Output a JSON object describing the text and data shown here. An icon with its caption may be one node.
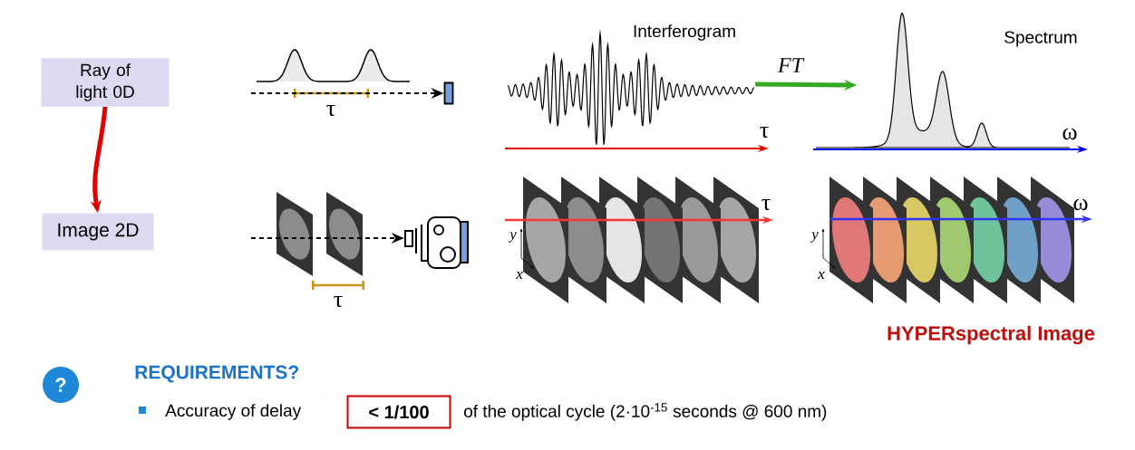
{
  "diagram": {
    "nodes": [
      {
        "text": [
          "Ray of light 0D"
        ]
      },
      {
        "text": [],
        "shape": "box"
      },
      {
        "text": [
          "Interferogram"
        ]
      },
      {
        "text": [
          "Spectrum"
        ]
      },
      {
        "text": [
          "Image 2D"
        ]
      },
      {
        "text": [],
        "shape": "picture"
      },
      {
        "text": [
          "?"
        ]
      },
      {
        "text": [
          "< 1/100"
        ]
      }
    ],
    "edges": [
      {
        "from": 0,
        "to": 4,
        "arrow": "to",
        "style": "thick",
        "color": "#e00000"
      },
      {
        "from": null,
        "to": 1,
        "arrow": "to",
        "style": "dashed"
      },
      {
        "from": 2,
        "to": 3,
        "arrow": "to",
        "label": "FT",
        "style": "thick",
        "color": "#33aa22"
      },
      {
        "from": null,
        "to": 5,
        "arrow": "to",
        "style": "dashed"
      }
    ],
    "labels": [
      "τ",
      "τ",
      "τ",
      "ω",
      "τ",
      "ω",
      "y",
      "x",
      "y",
      "x",
      "HYPERspectral Image",
      "REQUIREMENTS?",
      "Accuracy of delay",
      "of the optical cycle (2·10$^{-15}$ seconds @ 600 nm)"
    ]
  }
}
